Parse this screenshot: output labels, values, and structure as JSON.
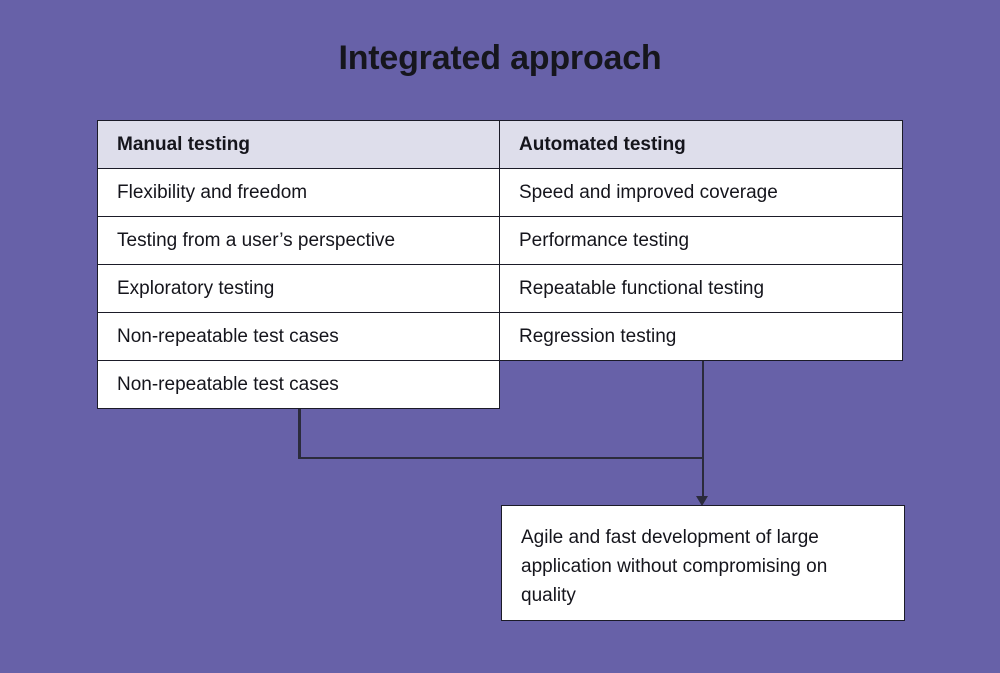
{
  "page": {
    "title": "Integrated approach",
    "background_color": "#6761a8",
    "border_color": "#1b1b28",
    "header_fill": "#dedeeb",
    "cell_fill": "#ffffff",
    "connector_color": "#2b2b3c"
  },
  "table": {
    "columns": [
      {
        "header": "Manual testing",
        "rows": [
          "Flexibility and freedom",
          "Testing from a user’s perspective",
          "Exploratory testing",
          "Non-repeatable test cases",
          "Non-repeatable test cases"
        ]
      },
      {
        "header": "Automated testing",
        "rows": [
          "Speed and improved coverage",
          "Performance testing",
          "Repeatable functional testing",
          "Regression testing"
        ]
      }
    ]
  },
  "outcome": {
    "text": "Agile and fast development of large application without compromising on quality"
  }
}
